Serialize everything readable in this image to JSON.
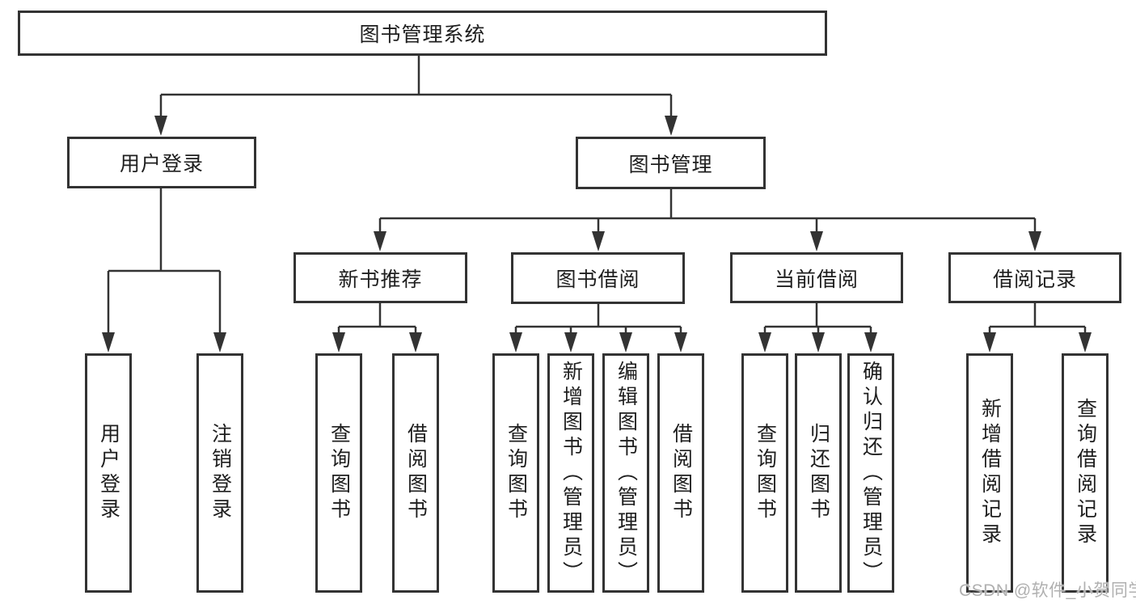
{
  "diagram": {
    "title": "图书管理系统",
    "colors": {
      "line": "#333333",
      "node_border": "#333333",
      "text": "#1e1e1e",
      "watermark": "#b0b0b0",
      "background": "#ffffff"
    },
    "nodes": {
      "root": "图书管理系统",
      "user_login": "用户登录",
      "book_mgmt": "图书管理",
      "new_book_rec": "新书推荐",
      "book_borrow": "图书借阅",
      "current_borrow": "当前借阅",
      "borrow_records": "借阅记录",
      "ul_user_login": "用户登录",
      "ul_logout": "注销登录",
      "nb_query_book": "查询图书",
      "nb_borrow_book": "借阅图书",
      "bb_query_book": "查询图书",
      "bb_add_book": "新增图书（管理员）",
      "bb_edit_book": "编辑图书（管理员）",
      "bb_borrow_book": "借阅图书",
      "cb_query_book": "查询图书",
      "cb_return_book": "归还图书",
      "cb_confirm_return": "确认归还（管理员）",
      "br_add_record": "新增借阅记录",
      "br_query_record": "查询借阅记录"
    }
  },
  "watermark": {
    "text": "CSDN @软件_小贺同学"
  }
}
